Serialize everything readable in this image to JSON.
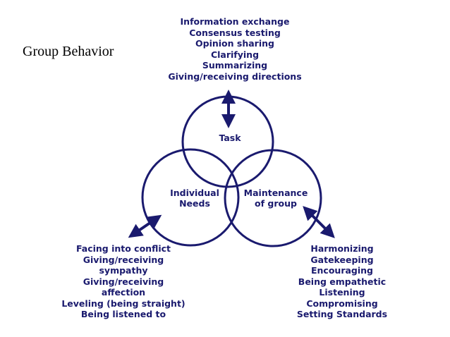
{
  "title": "Group Behavior",
  "colors": {
    "ink": "#1a1a6e",
    "title": "#000000",
    "background": "#ffffff"
  },
  "circles": {
    "task": "Task",
    "individual": [
      "Individual",
      "Needs"
    ],
    "maintenance": [
      "Maintenance",
      "of group"
    ]
  },
  "task_behaviors": [
    "Information exchange",
    "Consensus testing",
    "Opinion sharing",
    "Clarifying",
    "Summarizing",
    "Giving/receiving directions"
  ],
  "individual_behaviors": [
    "Facing into conflict",
    "Giving/receiving",
    "sympathy",
    "Giving/receiving",
    "affection",
    "Leveling (being straight)",
    "Being listened to"
  ],
  "maintenance_behaviors": [
    "Harmonizing",
    "Gatekeeping",
    "Encouraging",
    "Being empathetic",
    "Listening",
    "Compromising",
    "Setting Standards"
  ]
}
